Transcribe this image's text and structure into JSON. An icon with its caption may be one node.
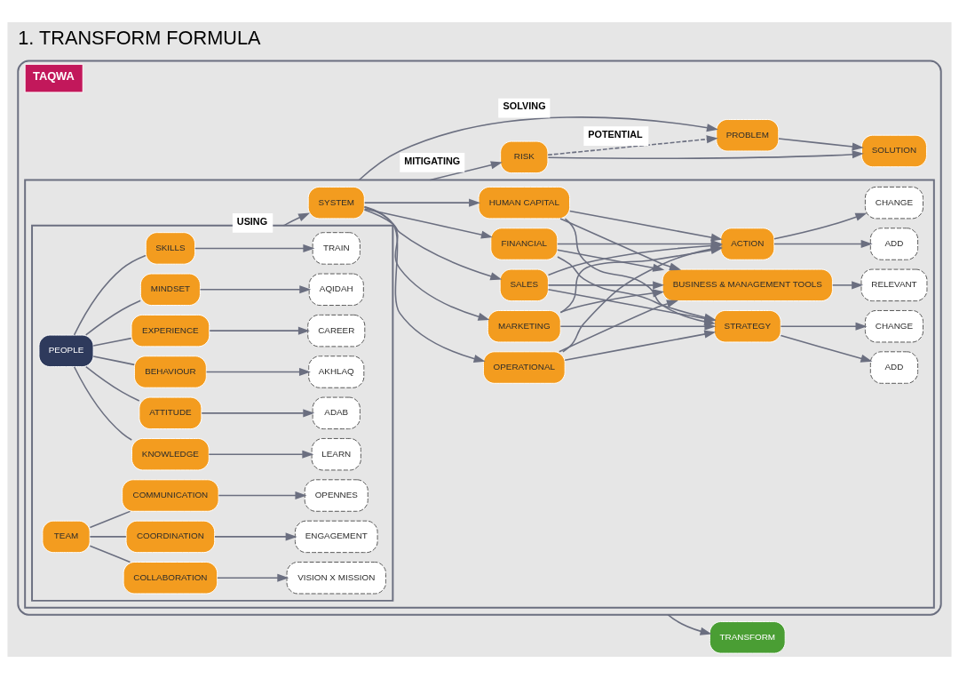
{
  "diagram": {
    "title": "1. TRANSFORM FORMULA",
    "nodes": [
      {
        "text": [
          "TAQWA"
        ]
      },
      {
        "text": [],
        "shape": "box",
        "in": 0
      },
      {
        "text": [],
        "shape": "box",
        "in": 1
      },
      {
        "text": [
          "MINDSET"
        ],
        "in": 2
      },
      {
        "text": [
          "SKILLS"
        ],
        "in": 2
      },
      {
        "text": [
          "KNOWLEDGE"
        ],
        "in": 2
      },
      {
        "text": [
          "ATTITUDE"
        ],
        "in": 2
      },
      {
        "text": [
          "BEHAVIOUR"
        ],
        "in": 2
      },
      {
        "text": [
          "EXPERIENCE"
        ],
        "in": 2
      },
      {
        "text": [
          "PEOPLE"
        ],
        "in": 2
      },
      {
        "text": [
          "AQIDAH"
        ],
        "in": 2
      },
      {
        "text": [
          "TRAIN"
        ],
        "in": 2
      },
      {
        "text": [
          "LEARN"
        ],
        "in": 2
      },
      {
        "text": [
          "ADAB"
        ],
        "in": 2
      },
      {
        "text": [
          "AKHLAQ"
        ],
        "in": 2
      },
      {
        "text": [
          "CAREER"
        ],
        "in": 2
      },
      {
        "text": [
          "COLLABORATION"
        ],
        "in": 2
      },
      {
        "text": [
          "COORDINATION"
        ],
        "in": 2
      },
      {
        "text": [
          "COMMUNICATION"
        ],
        "in": 2
      },
      {
        "text": [
          "TEAM"
        ],
        "in": 2
      },
      {
        "text": [
          "VISION X MISSION"
        ],
        "in": 2
      },
      {
        "text": [
          "ENGAGEMENT"
        ],
        "in": 2
      },
      {
        "text": [
          "OPENNES"
        ],
        "in": 2
      },
      {
        "text": [
          "SYSTEM"
        ],
        "in": 1
      },
      {
        "text": [
          "SALES"
        ],
        "in": 1
      },
      {
        "text": [
          "MARKETING"
        ],
        "in": 1
      },
      {
        "text": [
          "HUMAN CAPITAL"
        ],
        "in": 1
      },
      {
        "text": [
          "FINANCIAL"
        ],
        "in": 1
      },
      {
        "text": [
          "OPERATIONAL"
        ],
        "in": 1
      },
      {
        "text": [
          "BUSINESS & MANAGEMENT TOOLS"
        ],
        "in": 1
      },
      {
        "text": [
          "ACTION"
        ],
        "in": 1
      },
      {
        "text": [
          "STRATEGY"
        ],
        "in": 1
      },
      {
        "text": [
          "RELEVANT"
        ],
        "in": 1
      },
      {
        "text": [
          "CHANGE"
        ],
        "in": 1
      },
      {
        "text": [
          "ADD"
        ],
        "in": 1
      },
      {
        "text": [
          "CHANGE"
        ],
        "in": 1
      },
      {
        "text": [
          "ADD"
        ],
        "in": 1
      },
      {
        "text": [
          "RISK"
        ],
        "in": 0
      },
      {
        "text": [
          "PROBLEM"
        ],
        "in": 0
      },
      {
        "text": [
          "SOLUTION"
        ],
        "in": 0
      },
      {
        "text": [
          "TRANSFORM"
        ]
      }
    ],
    "edges": [
      {
        "from": 9,
        "to": 3,
        "arrow": "none"
      },
      {
        "from": 9,
        "to": 4,
        "arrow": "none"
      },
      {
        "from": 9,
        "to": 5,
        "arrow": "none"
      },
      {
        "from": 9,
        "to": 6,
        "arrow": "none"
      },
      {
        "from": 9,
        "to": 7,
        "arrow": "none"
      },
      {
        "from": 9,
        "to": 8,
        "arrow": "none"
      },
      {
        "from": 3,
        "to": 10,
        "arrow": "to"
      },
      {
        "from": 4,
        "to": 11,
        "arrow": "to"
      },
      {
        "from": 5,
        "to": 12,
        "arrow": "to"
      },
      {
        "from": 6,
        "to": 13,
        "arrow": "to"
      },
      {
        "from": 7,
        "to": 14,
        "arrow": "to"
      },
      {
        "from": 8,
        "to": 15,
        "arrow": "to"
      },
      {
        "from": 19,
        "to": 16,
        "arrow": "none"
      },
      {
        "from": 19,
        "to": 17,
        "arrow": "none"
      },
      {
        "from": 19,
        "to": 18,
        "arrow": "none"
      },
      {
        "from": 16,
        "to": 20,
        "arrow": "to"
      },
      {
        "from": 17,
        "to": 21,
        "arrow": "to"
      },
      {
        "from": 18,
        "to": 22,
        "arrow": "to"
      },
      {
        "from": 2,
        "to": 23,
        "arrow": "to",
        "label": "USING"
      },
      {
        "from": 23,
        "to": 24,
        "arrow": "to"
      },
      {
        "from": 23,
        "to": 25,
        "arrow": "to"
      },
      {
        "from": 23,
        "to": 26,
        "arrow": "to"
      },
      {
        "from": 23,
        "to": 27,
        "arrow": "to"
      },
      {
        "from": 23,
        "to": 28,
        "arrow": "to"
      },
      {
        "from": 24,
        "to": 29,
        "arrow": "to"
      },
      {
        "from": 24,
        "to": 30,
        "arrow": "to"
      },
      {
        "from": 24,
        "to": 31,
        "arrow": "to"
      },
      {
        "from": 25,
        "to": 29,
        "arrow": "to"
      },
      {
        "from": 25,
        "to": 30,
        "arrow": "to"
      },
      {
        "from": 25,
        "to": 31,
        "arrow": "to"
      },
      {
        "from": 26,
        "to": 29,
        "arrow": "to"
      },
      {
        "from": 26,
        "to": 30,
        "arrow": "to"
      },
      {
        "from": 26,
        "to": 31,
        "arrow": "to"
      },
      {
        "from": 27,
        "to": 29,
        "arrow": "to"
      },
      {
        "from": 27,
        "to": 30,
        "arrow": "to"
      },
      {
        "from": 27,
        "to": 31,
        "arrow": "to"
      },
      {
        "from": 28,
        "to": 29,
        "arrow": "to"
      },
      {
        "from": 28,
        "to": 30,
        "arrow": "to"
      },
      {
        "from": 28,
        "to": 31,
        "arrow": "to"
      },
      {
        "from": 29,
        "to": 32,
        "arrow": "to"
      },
      {
        "from": 30,
        "to": 33,
        "arrow": "to"
      },
      {
        "from": 30,
        "to": 34,
        "arrow": "to"
      },
      {
        "from": 31,
        "to": 35,
        "arrow": "to"
      },
      {
        "from": 31,
        "to": 36,
        "arrow": "to"
      },
      {
        "from": 1,
        "to": 37,
        "arrow": "to",
        "label": "MITIGATING"
      },
      {
        "from": 1,
        "to": 38,
        "arrow": "to",
        "label": "SOLVING"
      },
      {
        "from": 37,
        "to": 38,
        "arrow": "to",
        "label": "POTENTIAL",
        "style": "dashed"
      },
      {
        "from": 37,
        "to": 39,
        "arrow": "to"
      },
      {
        "from": 38,
        "to": 39,
        "arrow": "to"
      },
      {
        "from": 0,
        "to": 40,
        "arrow": "to"
      }
    ]
  }
}
